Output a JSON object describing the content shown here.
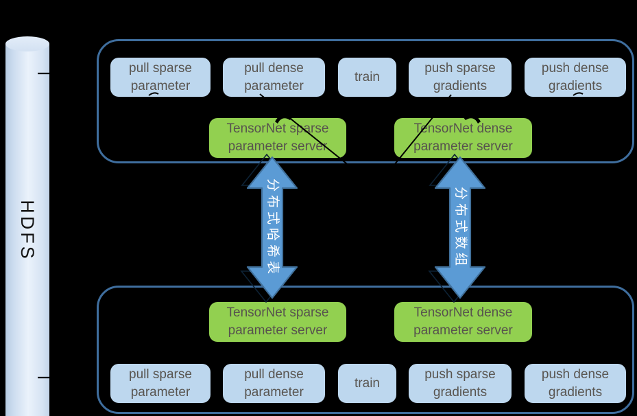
{
  "hdfs": {
    "label": "HDFS"
  },
  "tasks": [
    "pull sparse parameter",
    "pull dense parameter",
    "train",
    "push sparse gradients",
    "push dense gradients"
  ],
  "servers": {
    "sparse": "TensorNet sparse parameter server",
    "dense": "TensorNet dense parameter server"
  },
  "connectors": {
    "sparse_channel": "分布式哈希表",
    "dense_channel": "分布式数组"
  },
  "colors": {
    "background": "#000000",
    "task_box_fill": "#bdd7ee",
    "server_box_fill": "#92d050",
    "box_text": "#595550",
    "container_border": "#3f6e9e",
    "arrow_fill": "#5b9bd5",
    "arrow_border": "#41719c",
    "arrow_text": "#ffffff",
    "cylinder_fill": "#d3e1f2",
    "hdfs_text": "#141414"
  }
}
